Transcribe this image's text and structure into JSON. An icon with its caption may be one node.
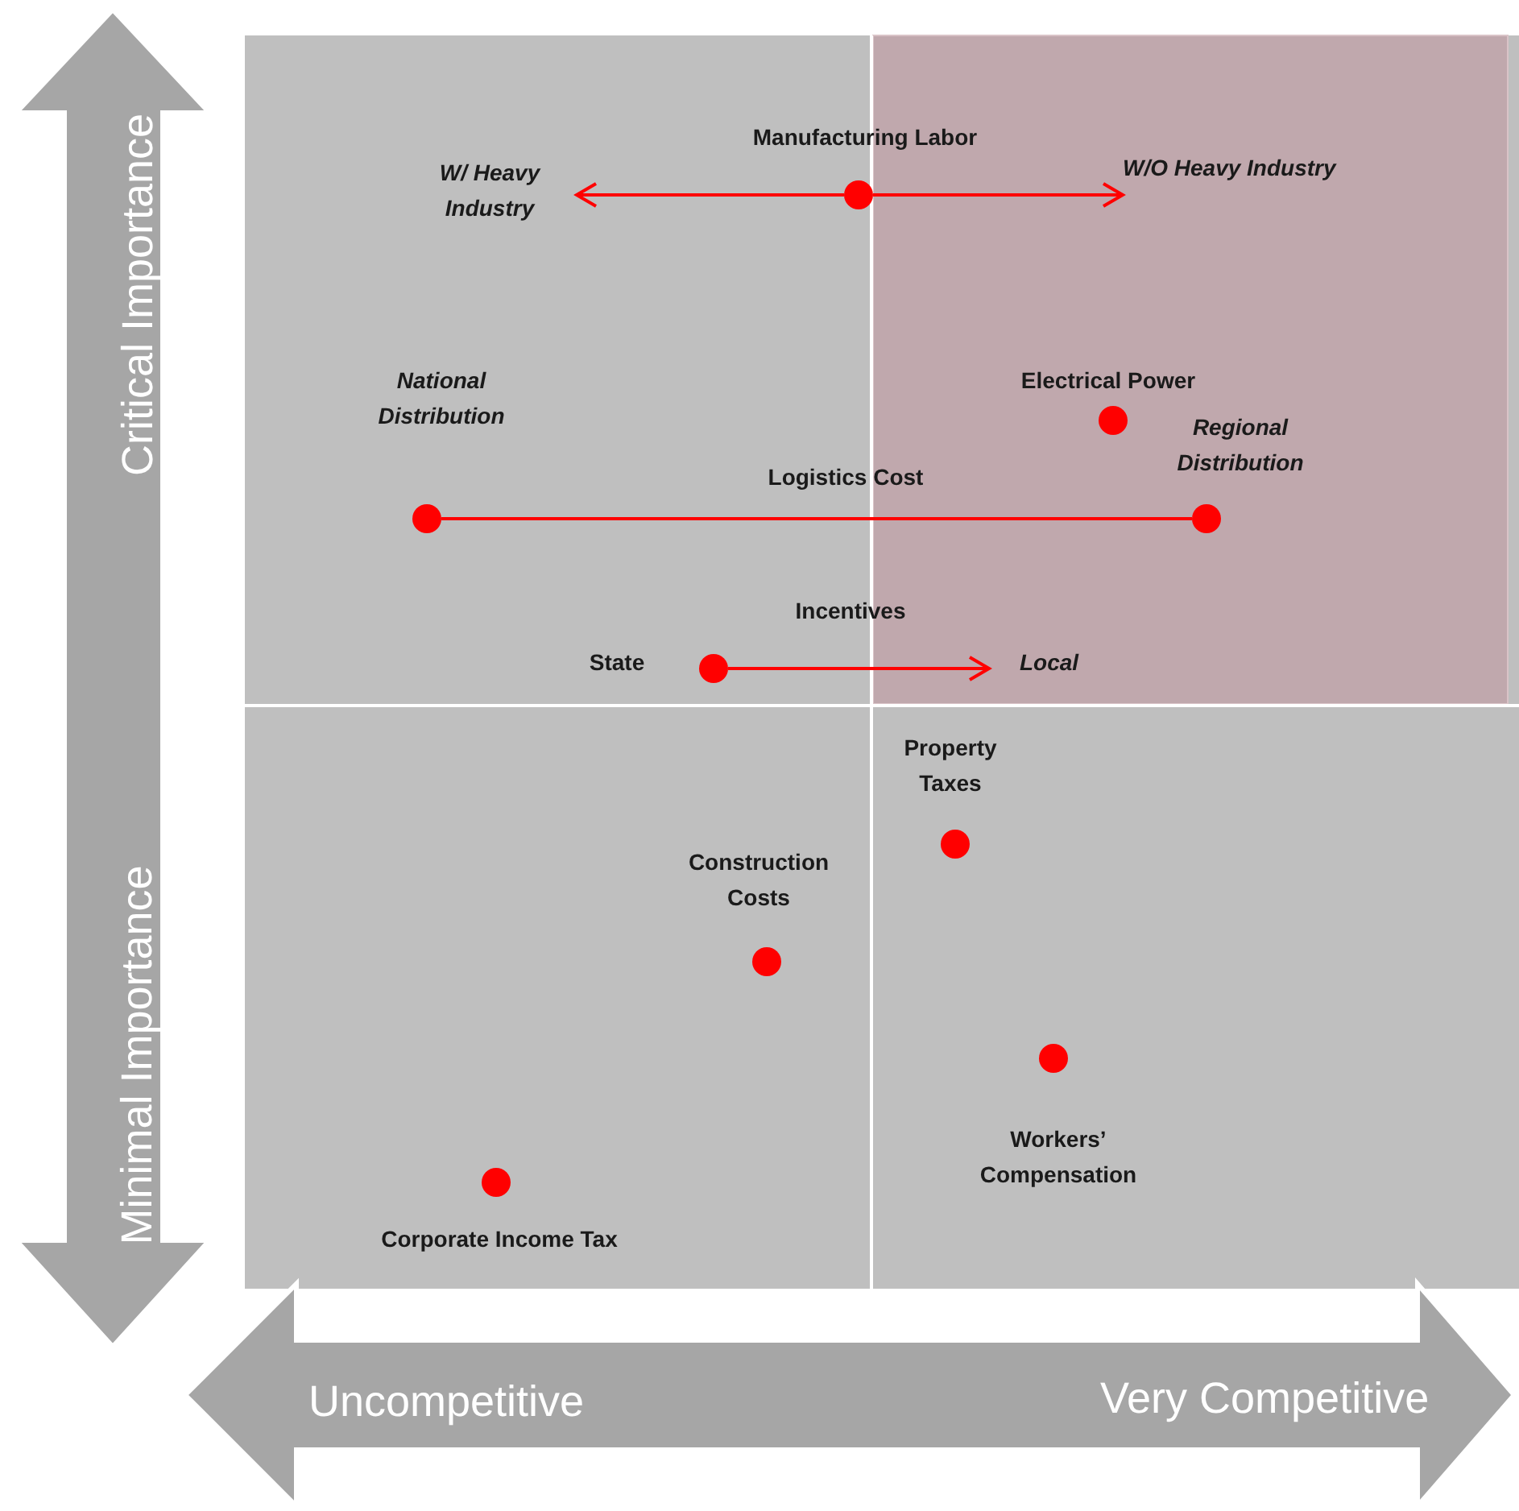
{
  "diagram": {
    "nodes": [
      {
        "text": [],
        "shape": "circle",
        "beside": [
          "Manufacturing Labor"
        ]
      },
      {
        "text": [
          "W/ Heavy Industry"
        ]
      },
      {
        "text": [
          "W/O Heavy Industry"
        ]
      },
      {
        "text": [],
        "shape": "circle",
        "beside": [
          "Electrical Power"
        ]
      },
      {
        "text": [],
        "shape": "circle",
        "beside": [
          "National Distribution"
        ]
      },
      {
        "text": [],
        "shape": "circle",
        "beside": [
          "Regional Distribution"
        ]
      },
      {
        "text": [],
        "shape": "circle",
        "beside": [
          "State"
        ]
      },
      {
        "text": [
          "Local"
        ]
      },
      {
        "text": [],
        "shape": "circle",
        "beside": [
          "Property Taxes"
        ]
      },
      {
        "text": [],
        "shape": "circle",
        "beside": [
          "Construction Costs"
        ]
      },
      {
        "text": [],
        "shape": "circle",
        "beside": [
          "Workers’ Compensation"
        ]
      },
      {
        "text": [],
        "shape": "circle",
        "beside": [
          "Corporate Income Tax"
        ]
      }
    ],
    "edges": [
      {
        "from": 0,
        "to": 1,
        "arrow": "to"
      },
      {
        "from": 0,
        "to": 2,
        "arrow": "to"
      },
      {
        "from": 4,
        "to": 5,
        "arrow": "none",
        "label": "Logistics Cost"
      },
      {
        "from": 6,
        "to": 7,
        "arrow": "to",
        "label": "Incentives"
      }
    ],
    "labels": [
      "Critical Importance",
      "Minimal Importance",
      "Uncompetitive",
      "Very Competitive"
    ]
  }
}
